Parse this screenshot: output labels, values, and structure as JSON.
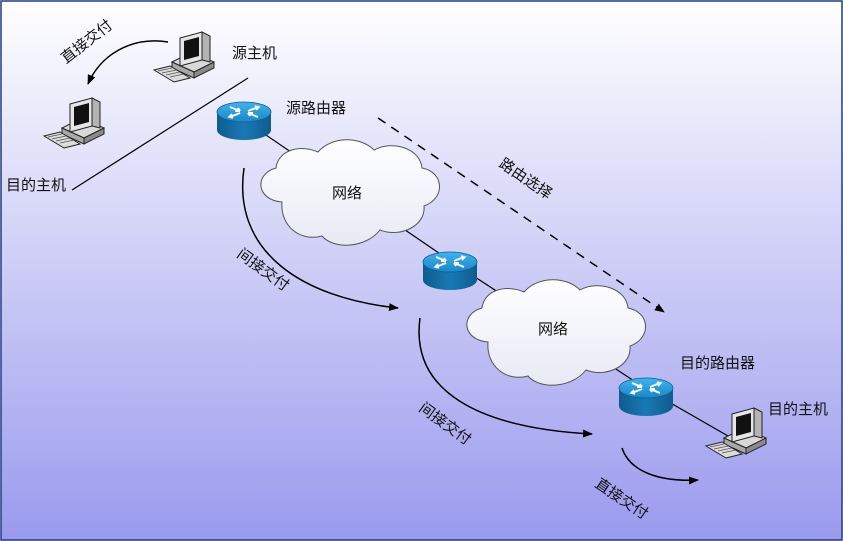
{
  "labels": {
    "source_host": "源主机",
    "source_router": "源路由器",
    "dest_host_left": "目的主机",
    "network_1": "网络",
    "network_2": "网络",
    "routing": "路由选择",
    "indirect_1": "间接交付",
    "indirect_2": "间接交付",
    "direct_top": "直接交付",
    "dest_router": "目的路由器",
    "dest_host_right": "目的主机",
    "direct_bottom": "直接交付"
  },
  "colors": {
    "background_top": "#ffffff",
    "background_bottom": "#9999ee",
    "border": "#1f3a80",
    "router_fill": "#1e8fd0",
    "router_dark": "#0f5f92"
  },
  "icons": {
    "computer": "computer-icon",
    "router": "router-icon",
    "cloud": "cloud-icon"
  }
}
